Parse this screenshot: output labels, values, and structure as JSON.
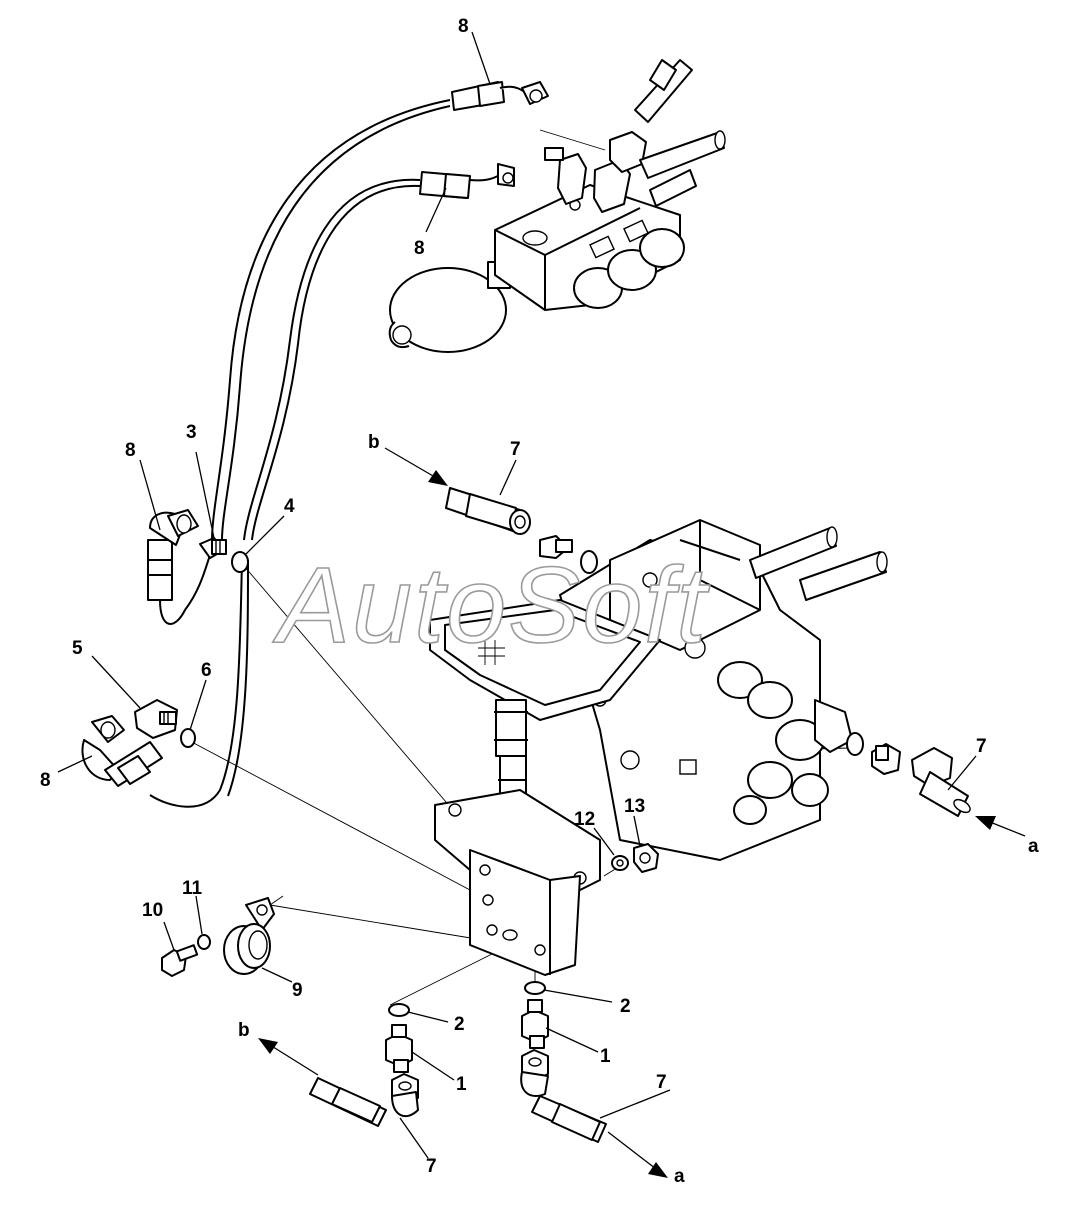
{
  "watermark": "AutoSoft",
  "callouts": [
    {
      "id": "c8a",
      "text": "8"
    },
    {
      "id": "c8b",
      "text": "8"
    },
    {
      "id": "c8c",
      "text": "8"
    },
    {
      "id": "c8d",
      "text": "8"
    },
    {
      "id": "c3",
      "text": "3"
    },
    {
      "id": "c4",
      "text": "4"
    },
    {
      "id": "c5",
      "text": "5"
    },
    {
      "id": "c6",
      "text": "6"
    },
    {
      "id": "c7a",
      "text": "7"
    },
    {
      "id": "c7b",
      "text": "7"
    },
    {
      "id": "c7c",
      "text": "7"
    },
    {
      "id": "c7d",
      "text": "7"
    },
    {
      "id": "c12",
      "text": "12"
    },
    {
      "id": "c13",
      "text": "13"
    },
    {
      "id": "c10",
      "text": "10"
    },
    {
      "id": "c11",
      "text": "11"
    },
    {
      "id": "c9",
      "text": "9"
    },
    {
      "id": "c2a",
      "text": "2"
    },
    {
      "id": "c2b",
      "text": "2"
    },
    {
      "id": "c1a",
      "text": "1"
    },
    {
      "id": "c1b",
      "text": "1"
    },
    {
      "id": "cba",
      "text": "b"
    },
    {
      "id": "cbb",
      "text": "b"
    },
    {
      "id": "caa",
      "text": "a"
    },
    {
      "id": "cab",
      "text": "a"
    }
  ]
}
